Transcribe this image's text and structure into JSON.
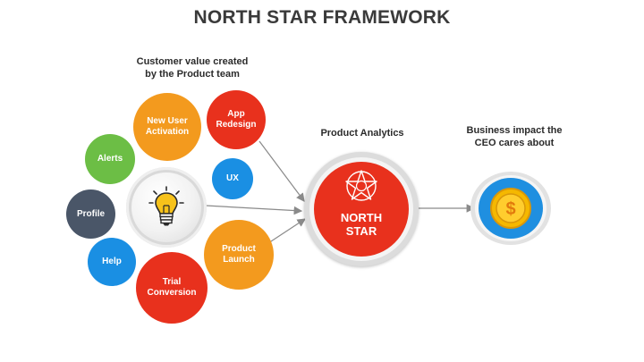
{
  "title": "NORTH STAR FRAMEWORK",
  "captions": {
    "customer_value": "Customer value created\nby the Product team",
    "product_analytics": "Product Analytics",
    "business_impact": "Business impact the\nCEO cares about"
  },
  "bubbles": {
    "new_user_activation": "New User\nActivation",
    "app_redesign": "App\nRedesign",
    "alerts": "Alerts",
    "ux": "UX",
    "profile": "Profile",
    "product_launch": "Product\nLaunch",
    "help": "Help",
    "trial_conversion": "Trial\nConversion"
  },
  "north_star": "NORTH\nSTAR",
  "icons": {
    "idea": "lightbulb-icon",
    "north_star": "compass-star-icon",
    "impact": "dollar-coin-icon"
  },
  "colors": {
    "orange": "#f39a1e",
    "red": "#e8311d",
    "green": "#6cbe45",
    "blue": "#1a8fe3",
    "slate": "#4a5668",
    "coin_ring": "#1f8fe0",
    "coin_gold": "#f5b800"
  }
}
